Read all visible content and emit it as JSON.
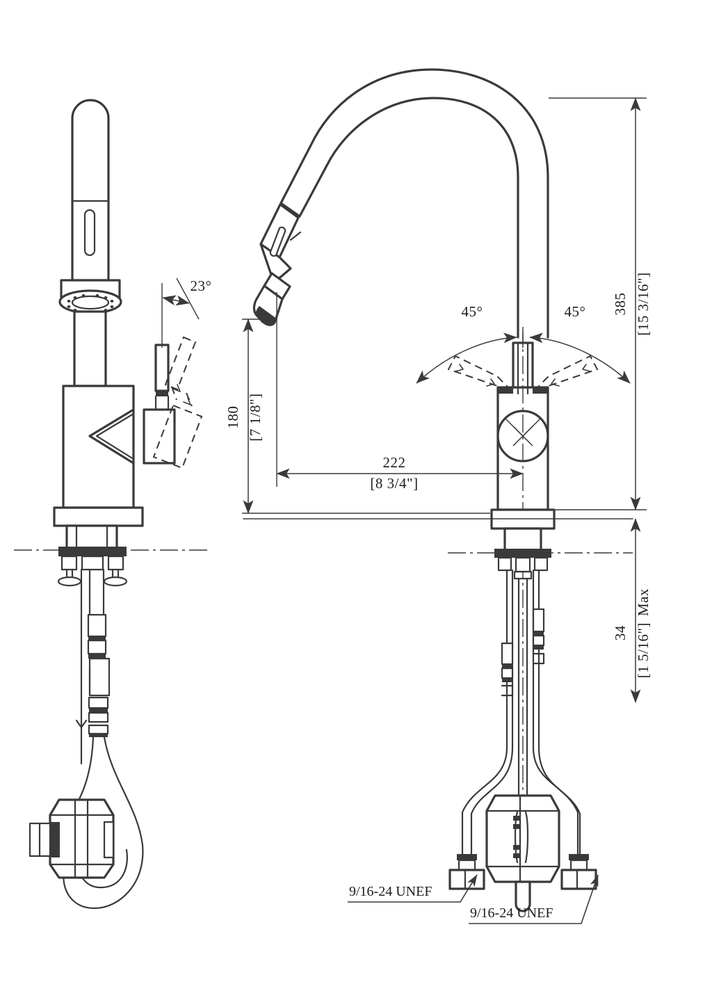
{
  "drawing": {
    "title": "Pull-down kitchen faucet — dimensioned assembly drawing",
    "views": {
      "left": {
        "name": "front-elevation-spray-head-down",
        "parts": [
          "spray-head",
          "spray-face",
          "handle-lever",
          "valve-body",
          "escutcheon",
          "mounting-hardware",
          "supply-hoses",
          "hose-weight"
        ]
      },
      "right": {
        "name": "side-elevation-gooseneck",
        "parts": [
          "gooseneck-spout",
          "spray-wand",
          "spray-outlet",
          "valve-body",
          "swivel-circle",
          "deck-plate",
          "mounting-nut",
          "quick-connect",
          "supply-hoses"
        ]
      }
    },
    "line_colors": {
      "outline": "#3a3a3c",
      "text": "#1d1d1f",
      "background": "#ffffff"
    }
  },
  "dimensions": {
    "overall_height": {
      "metric": "385",
      "imperial": "[15 3/16\"]",
      "name": "overall-height-dimension"
    },
    "spout_height": {
      "metric": "180",
      "imperial": "[7 1/8\"]",
      "name": "spout-height-dimension"
    },
    "spout_reach": {
      "metric": "222",
      "imperial": "[8 3/4\"]",
      "name": "spout-reach-dimension"
    },
    "deck_thickness": {
      "metric": "34",
      "imperial": "[1 5/16\"]",
      "suffix": "Max",
      "name": "deck-thickness-dimension"
    }
  },
  "angles": {
    "handle_lift": {
      "value": "23°",
      "name": "handle-lift-angle"
    },
    "swivel_left": {
      "value": "45°",
      "name": "swivel-left-angle"
    },
    "swivel_right": {
      "value": "45°",
      "name": "swivel-right-angle"
    }
  },
  "callouts": {
    "thread_left": {
      "text": "9/16-24  UNEF",
      "name": "thread-callout-left"
    },
    "thread_right": {
      "text": "9/16-24  UNEF",
      "name": "thread-callout-right"
    }
  }
}
